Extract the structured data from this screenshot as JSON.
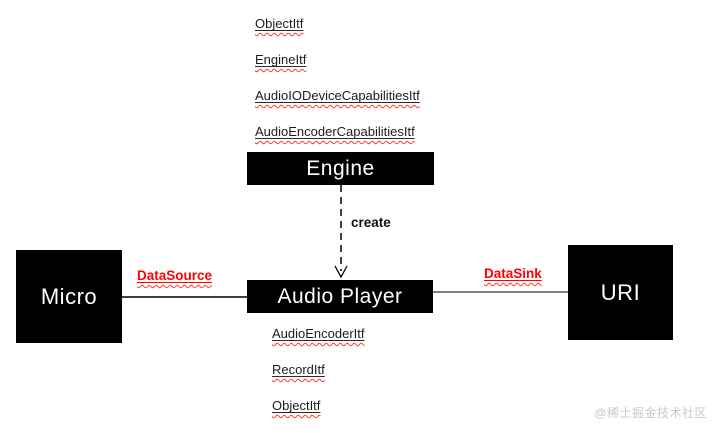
{
  "diagram": {
    "top_interfaces": [
      "ObjectItf",
      "EngineItf",
      "AudioIODeviceCapabilitiesItf",
      "AudioEncoderCapabilitiesItf"
    ],
    "bottom_interfaces": [
      "AudioEncoderItf",
      "RecordItf",
      "ObjectItf"
    ],
    "nodes": {
      "engine": "Engine",
      "audio_player": "Audio Player",
      "micro": "Micro",
      "uri": "URI"
    },
    "edges": {
      "create_label": "create",
      "data_source_label": "DataSource",
      "data_sink_label": "DataSink"
    },
    "colors": {
      "node_bg": "#000000",
      "node_text": "#ffffff",
      "edge_label_red": "#fe0000",
      "squiggle_red": "#ff3b26",
      "line": "#000000",
      "watermark_gray": "#c9c9c9"
    }
  },
  "watermark": "@稀土掘金技术社区"
}
